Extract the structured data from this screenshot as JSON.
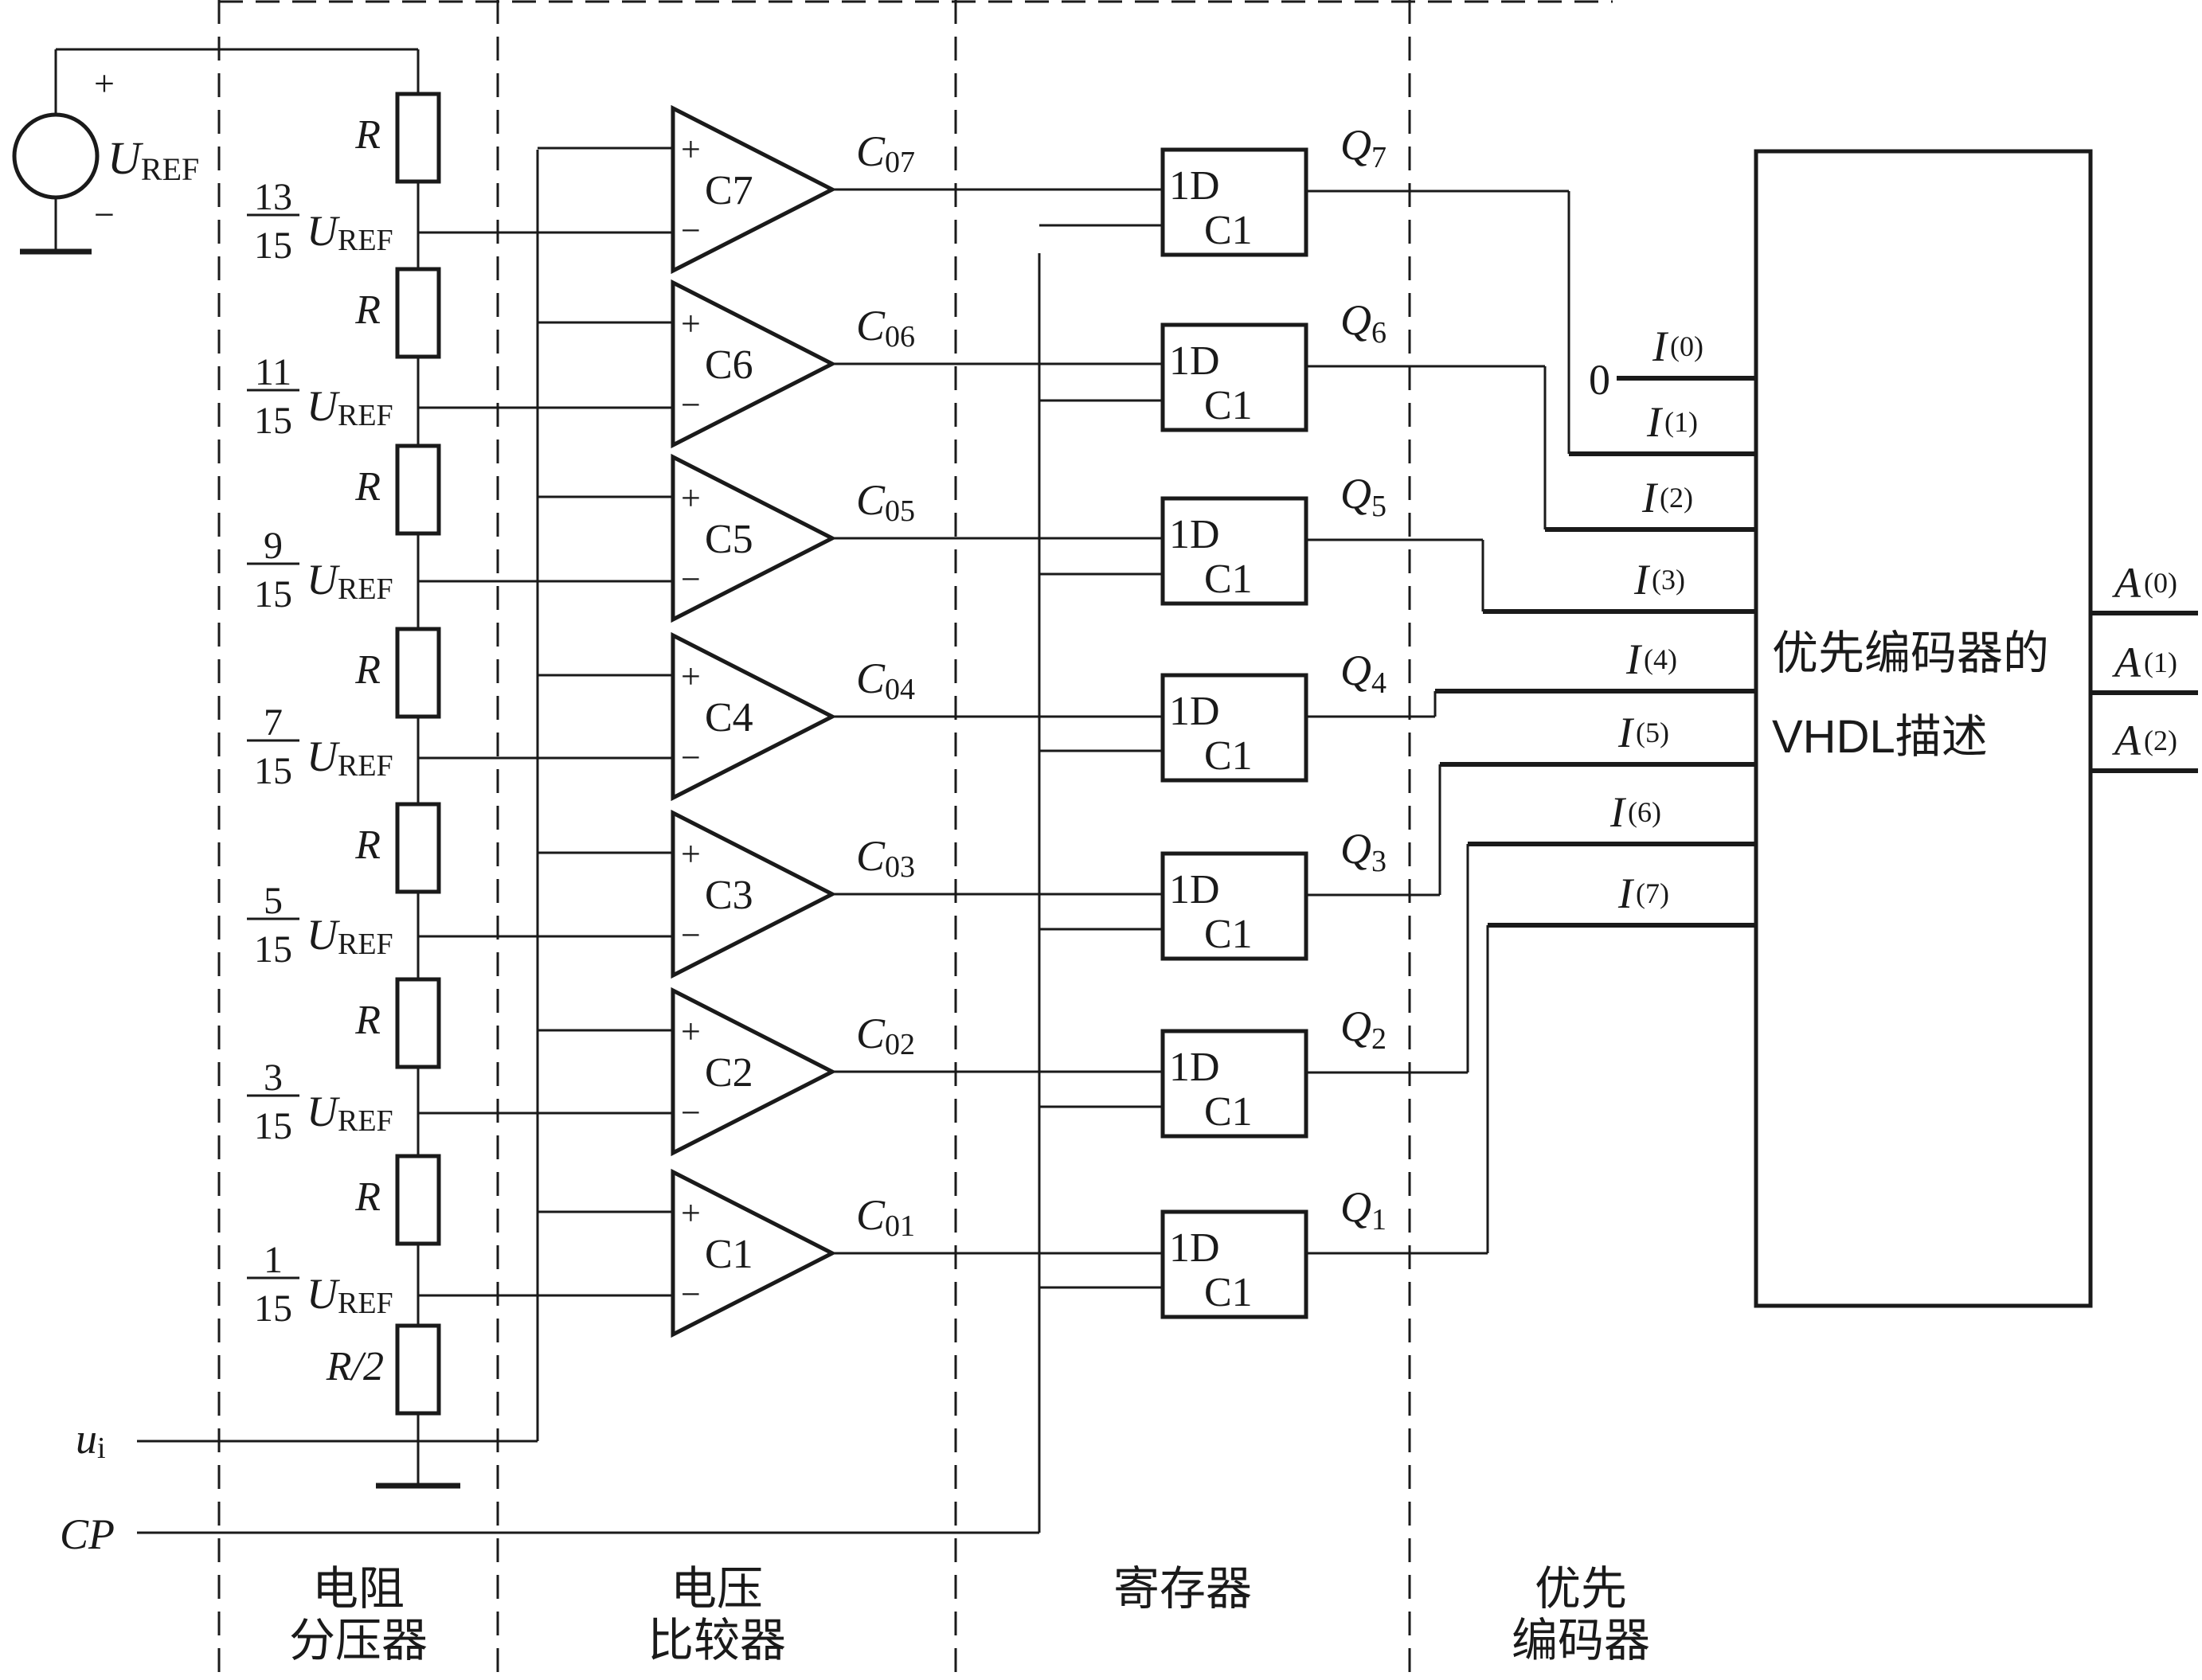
{
  "source": {
    "label": "U",
    "label_sub": "REF",
    "plus": "+",
    "minus": "−"
  },
  "divider": {
    "resistor_label": "R",
    "last_resistor_label": "R/2",
    "fraction_unit": "U",
    "fraction_unit_sub": "REF",
    "fractions": [
      {
        "num": "13",
        "den": "15"
      },
      {
        "num": "11",
        "den": "15"
      },
      {
        "num": "9",
        "den": "15"
      },
      {
        "num": "7",
        "den": "15"
      },
      {
        "num": "5",
        "den": "15"
      },
      {
        "num": "3",
        "den": "15"
      },
      {
        "num": "1",
        "den": "15"
      }
    ]
  },
  "comparators": [
    {
      "name": "C7",
      "out": "C",
      "out_sub": "07"
    },
    {
      "name": "C6",
      "out": "C",
      "out_sub": "06"
    },
    {
      "name": "C5",
      "out": "C",
      "out_sub": "05"
    },
    {
      "name": "C4",
      "out": "C",
      "out_sub": "04"
    },
    {
      "name": "C3",
      "out": "C",
      "out_sub": "03"
    },
    {
      "name": "C2",
      "out": "C",
      "out_sub": "02"
    },
    {
      "name": "C1",
      "out": "C",
      "out_sub": "01"
    }
  ],
  "comparator_plus": "+",
  "comparator_minus": "−",
  "flipflop": {
    "d_label": "1D",
    "clk_label": "C1"
  },
  "register_outputs": [
    {
      "q": "Q",
      "sub": "7"
    },
    {
      "q": "Q",
      "sub": "6"
    },
    {
      "q": "Q",
      "sub": "5"
    },
    {
      "q": "Q",
      "sub": "4"
    },
    {
      "q": "Q",
      "sub": "3"
    },
    {
      "q": "Q",
      "sub": "2"
    },
    {
      "q": "Q",
      "sub": "1"
    }
  ],
  "encoder": {
    "title_line1": "优先编码器的",
    "title_line2": "VHDL描述",
    "zero_input": "0",
    "inputs": [
      {
        "name": "I",
        "sub": "(0)"
      },
      {
        "name": "I",
        "sub": "(1)"
      },
      {
        "name": "I",
        "sub": "(2)"
      },
      {
        "name": "I",
        "sub": "(3)"
      },
      {
        "name": "I",
        "sub": "(4)"
      },
      {
        "name": "I",
        "sub": "(5)"
      },
      {
        "name": "I",
        "sub": "(6)"
      },
      {
        "name": "I",
        "sub": "(7)"
      }
    ],
    "outputs": [
      {
        "name": "A",
        "sub": "(0)"
      },
      {
        "name": "A",
        "sub": "(1)"
      },
      {
        "name": "A",
        "sub": "(2)"
      }
    ]
  },
  "signals": {
    "ui": "u",
    "ui_sub": "i",
    "cp": "CP"
  },
  "sections": [
    {
      "line1": "电阻",
      "line2": "分压器"
    },
    {
      "line1": "电压",
      "line2": "比较器"
    },
    {
      "line1": "寄存器",
      "line2": ""
    },
    {
      "line1": "优先",
      "line2": "编码器"
    }
  ]
}
